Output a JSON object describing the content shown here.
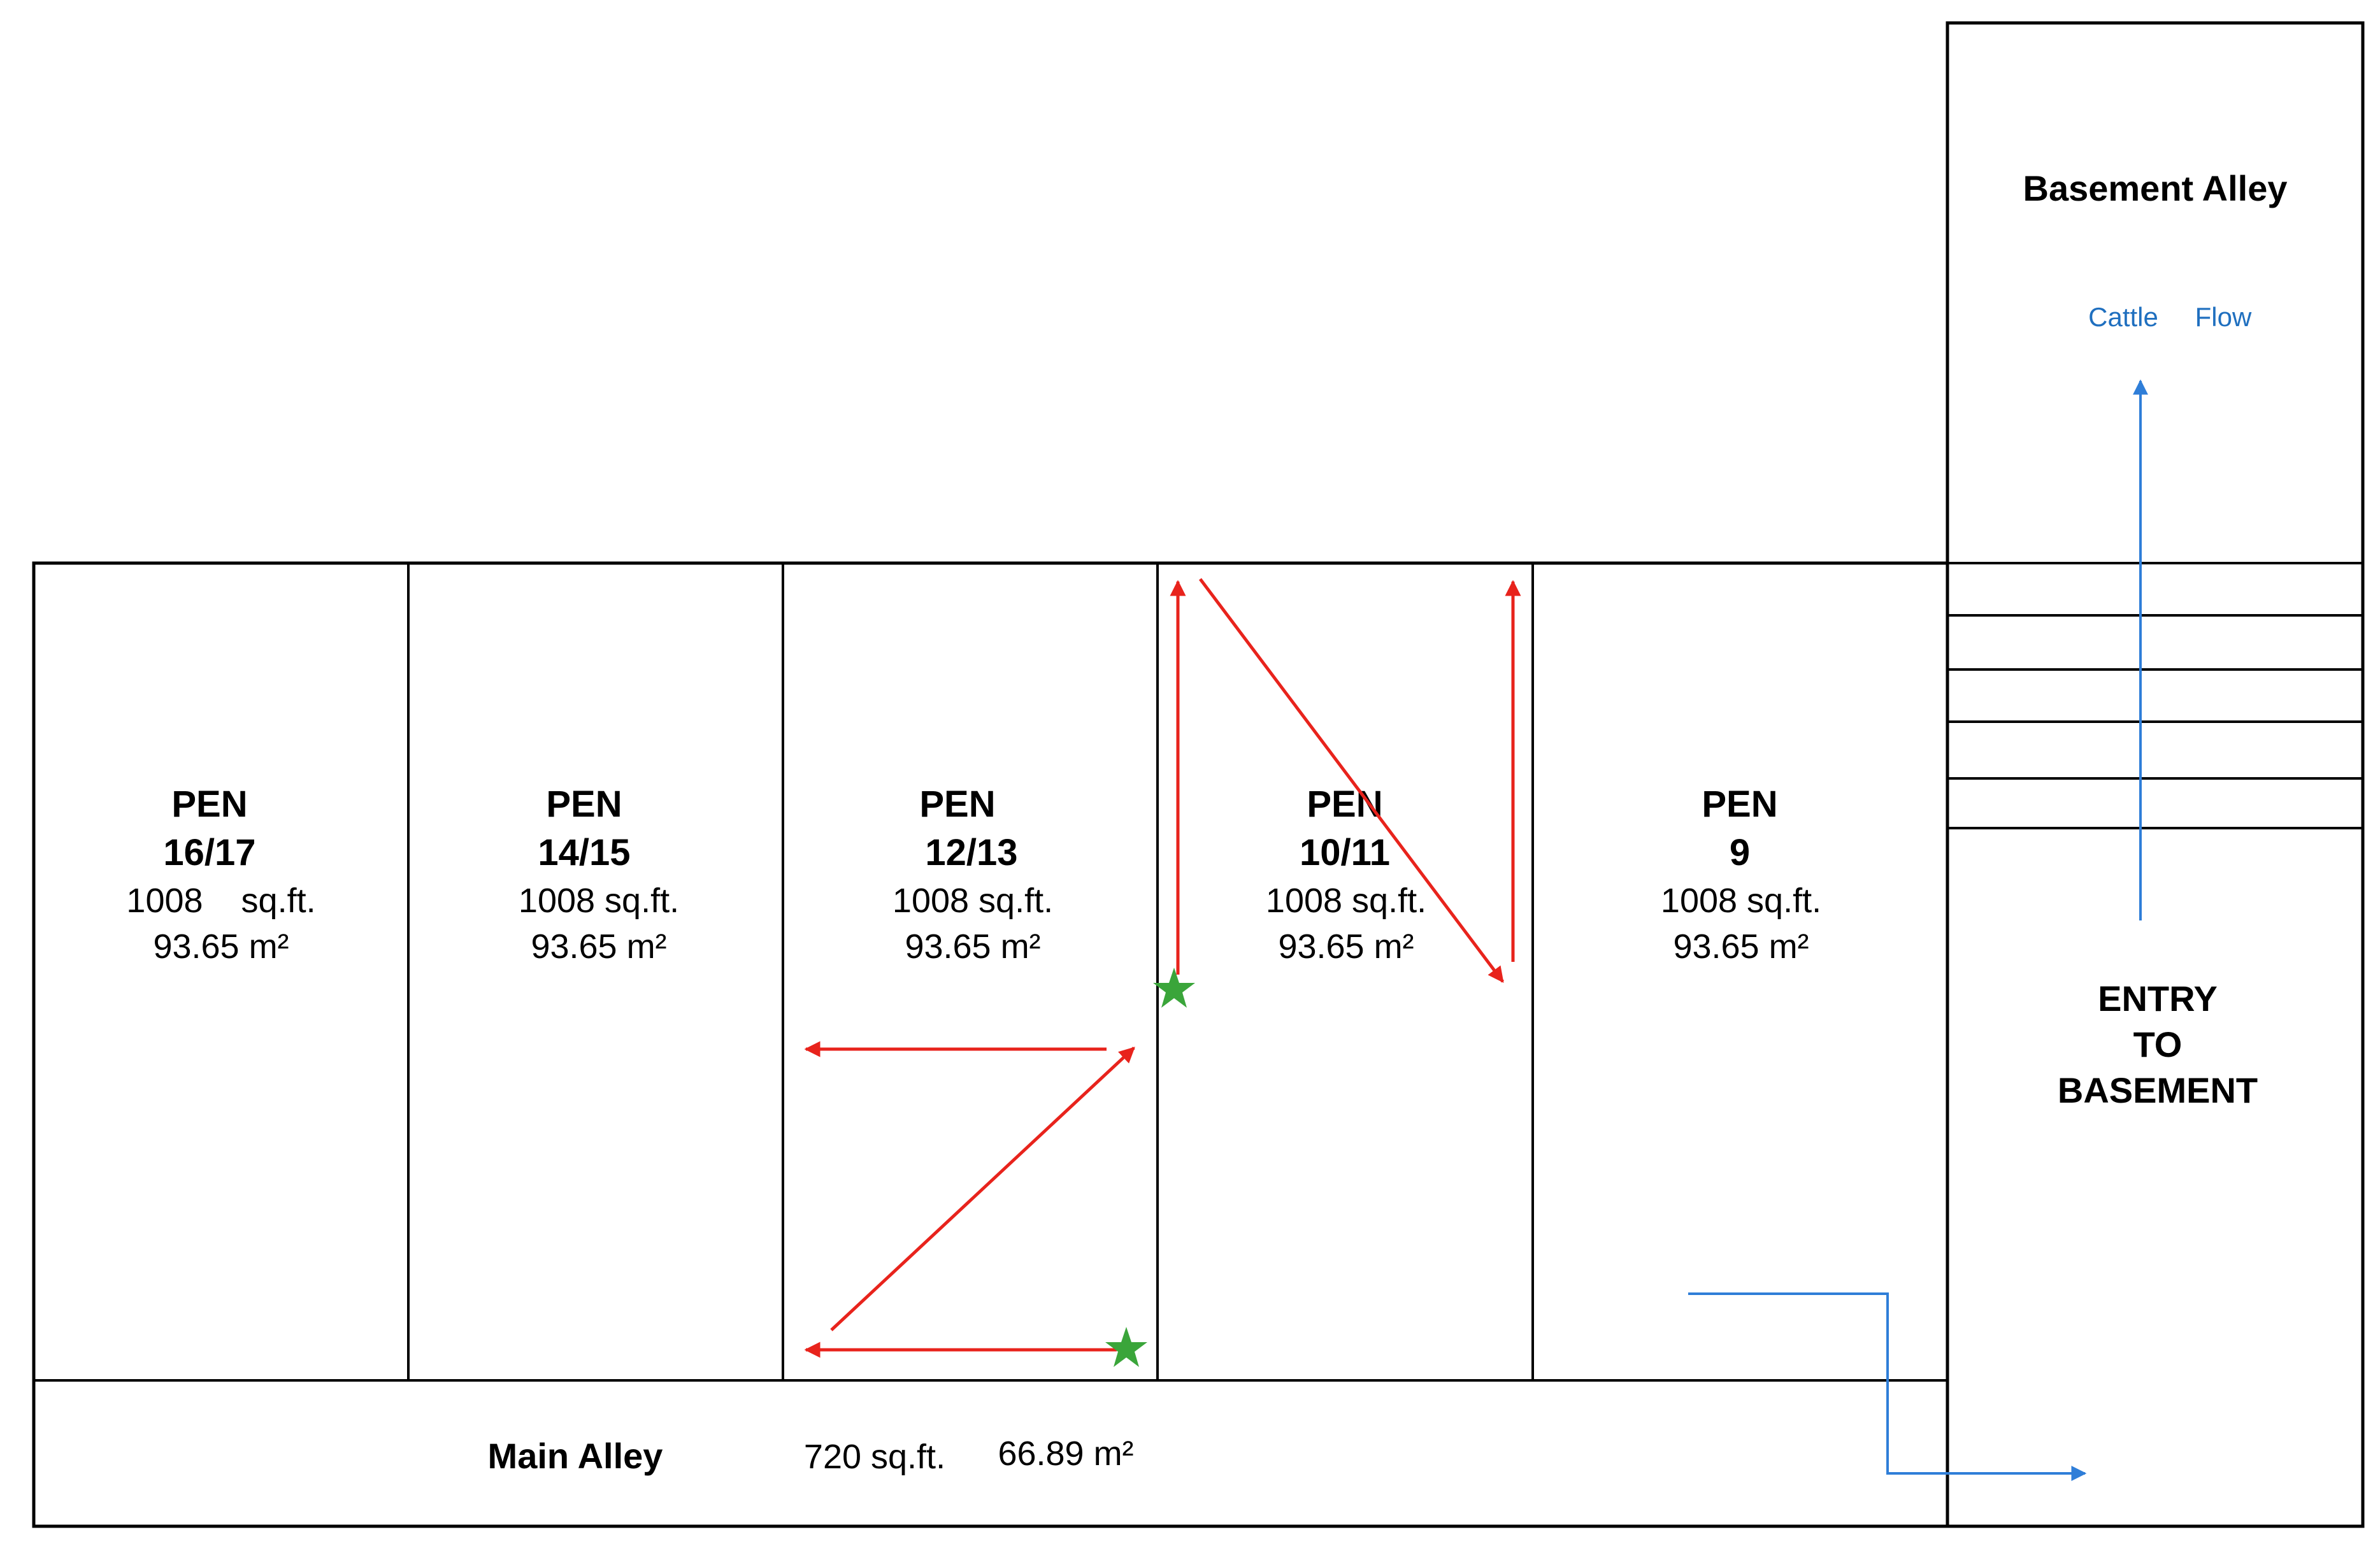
{
  "pens": [
    {
      "title": "PEN",
      "number": "16/17",
      "area_sqft": "1008    sq.ft.",
      "area_m2": "93.65 m²"
    },
    {
      "title": "PEN",
      "number": "14/15",
      "area_sqft": "1008 sq.ft.",
      "area_m2": "93.65 m²"
    },
    {
      "title": "PEN",
      "number": "12/13",
      "area_sqft": "1008 sq.ft.",
      "area_m2": "93.65 m²"
    },
    {
      "title": "PEN",
      "number": "10/11",
      "area_sqft": "1008 sq.ft.",
      "area_m2": "93.65 m²"
    },
    {
      "title": "PEN",
      "number": "9",
      "area_sqft": "1008 sq.ft.",
      "area_m2": "93.65 m²"
    }
  ],
  "main_alley": {
    "label": "Main Alley",
    "area_sqft": "720 sq.ft.",
    "area_m2": "66.89 m²"
  },
  "basement_alley": {
    "label": "Basement Alley",
    "flow_word1": "Cattle",
    "flow_word2": "Flow"
  },
  "entry": {
    "line1": "ENTRY",
    "line2": "TO",
    "line3": "BASEMENT"
  },
  "colors": {
    "walls": "#000000",
    "route_arrows": "#e8231c",
    "start_stars": "#3aa53a",
    "cattle_flow": "#2f7ed8"
  }
}
